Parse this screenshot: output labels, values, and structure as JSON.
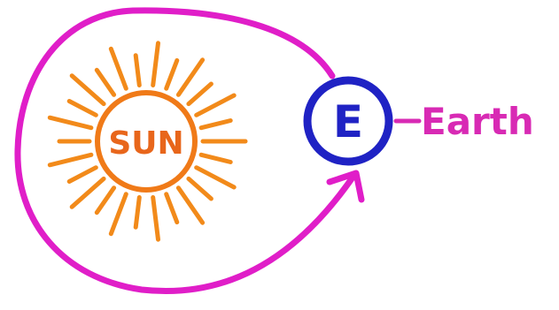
{
  "diagram": {
    "sun_label": "SUN",
    "earth_symbol": "E",
    "earth_label": "Earth"
  },
  "colors": {
    "orbit": "#e01ec8",
    "sun_rays": "#f28a1a",
    "sun_text": "#e8661b",
    "earth_circle": "#1f22c4",
    "earth_label": "#d82ab4",
    "background": "#ffffff"
  },
  "icons": {
    "sun": "sun-icon",
    "earth": "earth-circle-icon",
    "orbit_arrow": "arrowhead-icon"
  }
}
